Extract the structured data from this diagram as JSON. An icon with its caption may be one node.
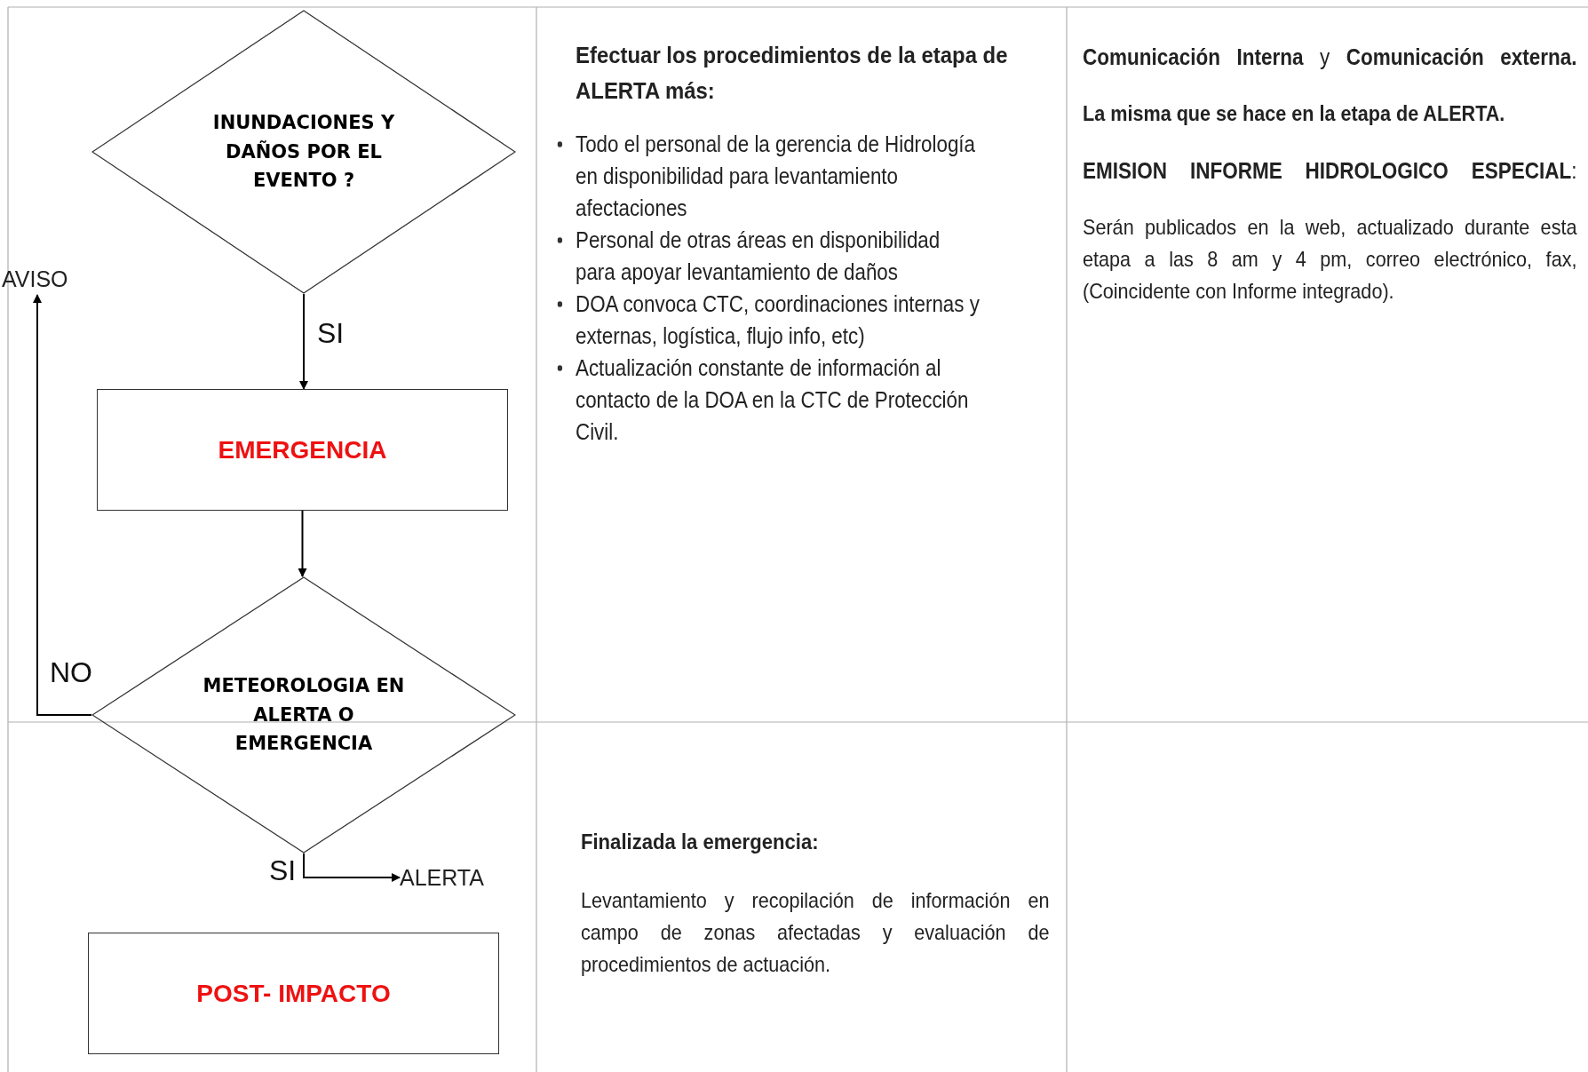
{
  "diagram": {
    "nodes": [
      {
        "text": [
          "INUNDACIONES Y DAÑOS POR EL EVENTO ?"
        ]
      },
      {
        "text": [
          "EMERGENCIA"
        ]
      },
      {
        "text": [
          "METEOROLOGIA EN ALERTA O EMERGENCIA"
        ]
      },
      {
        "text": [
          "AVISO"
        ]
      },
      {
        "text": [
          "ALERTA"
        ]
      },
      {
        "text": [
          "POST- IMPACTO"
        ]
      }
    ],
    "edges": [
      {
        "from": 0,
        "to": 1,
        "arrow": "to",
        "label": "SI"
      },
      {
        "from": 1,
        "to": 2,
        "arrow": "to"
      },
      {
        "from": 2,
        "to": 3,
        "arrow": "to",
        "label": "NO"
      },
      {
        "from": 2,
        "to": 4,
        "arrow": "to",
        "label": "SI"
      }
    ],
    "labels": [
      "Efectuar los procedimientos de la etapa de ALERTA más:",
      "Todo el personal de la gerencia de Hidrología en disponibilidad para levantamiento afectaciones",
      "Personal de otras áreas en disponibilidad para apoyar levantamiento de daños",
      "DOA convoca CTC, coordinaciones internas y externas, logística, flujo info, etc)",
      "Actualización constante de información al contacto de la DOA en la CTC de Protección Civil.",
      "**Comunicación Interna** y **Comunicación externa.**",
      "La misma que se hace en la etapa de ALERTA.",
      "**EMISION INFORME HIDROLOGICO ESPECIAL**:",
      "Serán publicados en la web, actualizado durante esta etapa a las 8 am y 4 pm, correo electrónico, fax, (Coincidente con Informe integrado).",
      "Finalizada la emergencia:",
      "Levantamiento y recopilación de información en campo de zonas afectadas y evaluación de procedimientos de actuación."
    ]
  }
}
